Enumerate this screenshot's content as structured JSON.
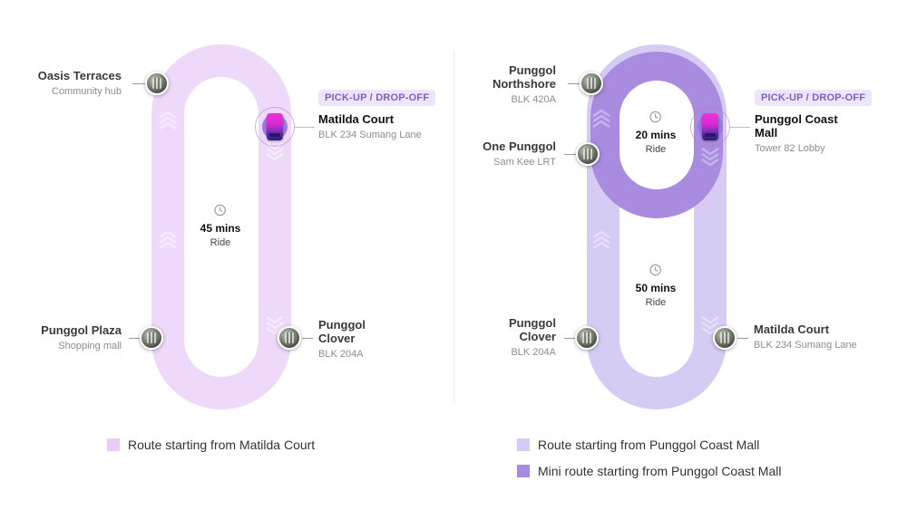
{
  "left_diagram": {
    "route_color": "#efd9fb",
    "stops": [
      {
        "name": "Oasis Terraces",
        "sub": "Community hub"
      },
      {
        "name": "Matilda Court",
        "sub": "BLK 234 Sumang Lane"
      },
      {
        "name": "Punggol Plaza",
        "sub": "Shopping mall"
      },
      {
        "name": "Punggol",
        "name2": "Clover",
        "sub": "BLK 204A"
      }
    ],
    "badge": "PICK-UP / DROP-OFF",
    "ride": {
      "mins": "45 mins",
      "label": "Ride"
    },
    "legend": [
      {
        "label": "Route starting from Matilda Court",
        "color": "#e9cdf7"
      }
    ]
  },
  "right_diagram": {
    "route_color": "#d6ccf3",
    "mini_route_color": "#a98bdf",
    "stops": [
      {
        "name": "Punggol",
        "name2": "Northshore",
        "sub": "BLK 420A"
      },
      {
        "name": "One Punggol",
        "sub": "Sam Kee LRT"
      },
      {
        "name": "Punggol Coast",
        "name2": "Mall",
        "sub": "Tower 82 Lobby"
      },
      {
        "name": "Punggol",
        "name2": "Clover",
        "sub": "BLK 204A"
      },
      {
        "name": "Matilda Court",
        "sub": "BLK 234 Sumang Lane"
      }
    ],
    "badge": "PICK-UP / DROP-OFF",
    "mini_ride": {
      "mins": "20 mins",
      "label": "Ride"
    },
    "ride": {
      "mins": "50 mins",
      "label": "Ride"
    },
    "legend": [
      {
        "label": "Route starting from Punggol Coast Mall",
        "color": "#d6ccf3"
      },
      {
        "label": "Mini route starting from Punggol Coast Mall",
        "color": "#a98bdf"
      }
    ]
  },
  "icons": {
    "clock": "clock-icon",
    "vehicle": "shuttle-vehicle-icon",
    "stop": "stop-photo-icon"
  }
}
